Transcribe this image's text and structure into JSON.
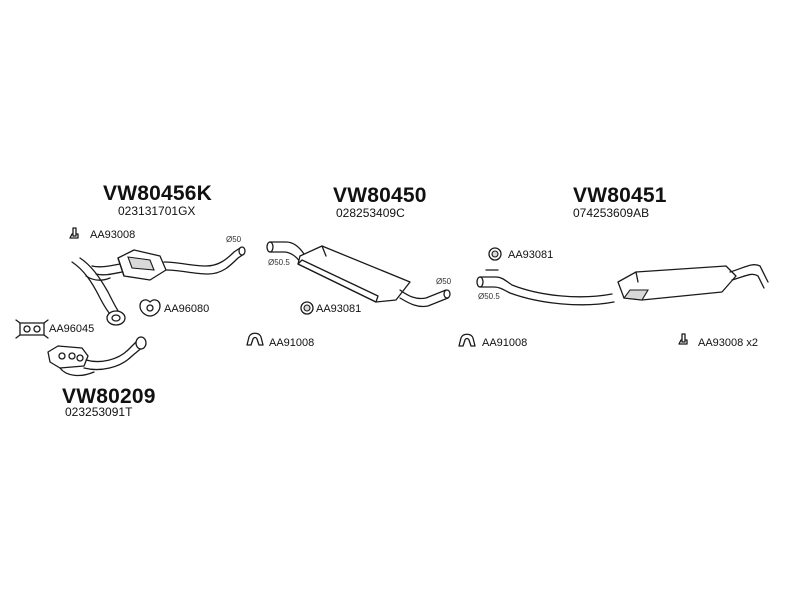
{
  "groups": {
    "g1": {
      "code": "VW80456K",
      "oem": "023131701GX"
    },
    "g2": {
      "code": "VW80450",
      "oem": "028253409C"
    },
    "g3": {
      "code": "VW80451",
      "oem": "074253609AB"
    },
    "g4": {
      "code": "VW80209",
      "oem": "023253091T"
    }
  },
  "parts": {
    "p1": "AA93008",
    "p2": "AA96080",
    "p3": "AA96045",
    "p4": "AA93081",
    "p5": "AA91008",
    "p6": "AA93081",
    "p7": "AA91008",
    "p8": "AA93008 x2"
  },
  "dims": {
    "d1": "Ø50",
    "d2": "Ø50.5",
    "d3": "Ø50",
    "d4": "Ø50.5"
  }
}
